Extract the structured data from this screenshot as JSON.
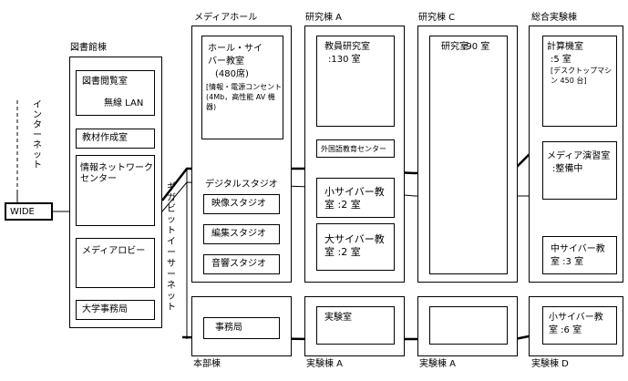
{
  "internet": "インターネット",
  "wide": "WIDE",
  "gigabit": "ギガビットイーサーネット",
  "wireless_lan": "無線 LAN",
  "library": {
    "title": "図書館棟",
    "rooms": [
      "図書閲覧室",
      "教材作成室",
      "情報ネットワーク",
      "センター",
      "メディアロビー",
      "大学事務局"
    ]
  },
  "media_hall": {
    "title": "メディアホール",
    "hall_line1": "ホール・サイ",
    "hall_line2": "バー教室",
    "hall_seats": "(480席)",
    "hall_note": "[情報・電源コンセント(4Mb，高性能 AV 機器)",
    "digital_studio": "デジタルスタジオ",
    "studios": [
      "映像スタジオ",
      "編集スタジオ",
      "音響スタジオ"
    ]
  },
  "bldg_a": {
    "title": "研究棟 A",
    "faculty": "教員研究室",
    "faculty_count": ":130 室",
    "foreign_center": "外国語教育センター",
    "small_cyber_1": "小サイバー教",
    "small_cyber_2": "室 :2 室",
    "large_cyber_1": "大サイバー教",
    "large_cyber_2": "室 :2 室"
  },
  "bldg_c": {
    "title": "研究棟 C",
    "lab": "研究室",
    "lab_count": ":90 室"
  },
  "exp_bldg": {
    "title": "総合実験棟",
    "computer_room": "計算機室",
    "computer_count": ":5 室",
    "computer_note": "[デスクトップマシン 450 台]",
    "media_practice": "メディア演習室",
    "media_status": ":整備中",
    "medium_cyber_1": "中サイバー教",
    "medium_cyber_2": "室 :3 室"
  },
  "bottom": {
    "honbu": "本部棟",
    "jimukyoku": "事務局",
    "jikken_a_label": "実験棟 A",
    "jikken_room": "実験室",
    "jikken_a2_label": "実験棟 A",
    "jikken_d_label": "実験棟 D",
    "small_cyber_d1": "小サイバー教",
    "small_cyber_d2": "室 :6 室"
  }
}
